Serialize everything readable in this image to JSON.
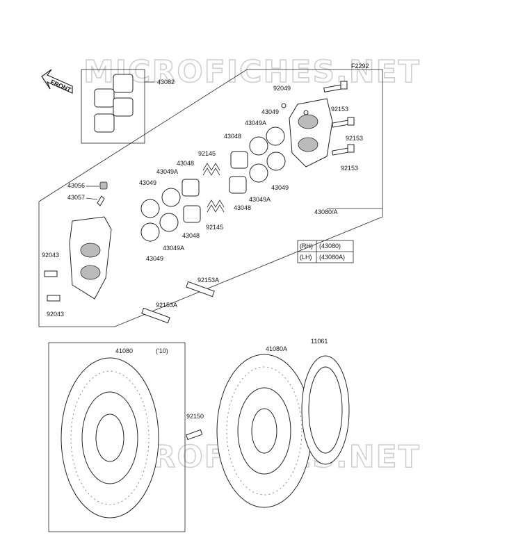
{
  "watermark": "MICROFICHES.NET",
  "figure_code": "F2292",
  "front_arrow_label": "FRONT",
  "year_note": "('10)",
  "application_table": [
    {
      "side": "(RH)",
      "part": "(43080)"
    },
    {
      "side": "(LH)",
      "part": "(43080A)"
    }
  ],
  "part_labels": {
    "pads": "43082",
    "washer_top": "92049",
    "bolt_r1": "92153",
    "bolt_r2": "92153",
    "bolt_r3": "92153",
    "seal_43049_r1": "43049",
    "seal_43049A_r1": "43049A",
    "piston_43048_r1": "43048",
    "spring_92145_top": "92145",
    "piston_43048_mid": "43048",
    "seal_43049A_mid": "43049A",
    "seal_43049_left": "43049",
    "bleeder": "43056",
    "bleeder_cap": "43057",
    "spring_92145_bot": "92145",
    "piston_43048_bot": "43048",
    "seal_43049A_bot": "43049A",
    "seal_43049_bot": "43049",
    "piston_43048_r2": "43048",
    "seal_43049A_r2": "43049A",
    "seal_43049_r2": "43049",
    "caliper_assy": "43080/A",
    "bolt_l1": "92043",
    "bolt_l2": "92043",
    "mount_bolt_1": "92153A",
    "mount_bolt_2": "92153A",
    "disc_left": "41080",
    "disc_right": "41080A",
    "shim": "11061",
    "disc_bolt": "92150"
  }
}
